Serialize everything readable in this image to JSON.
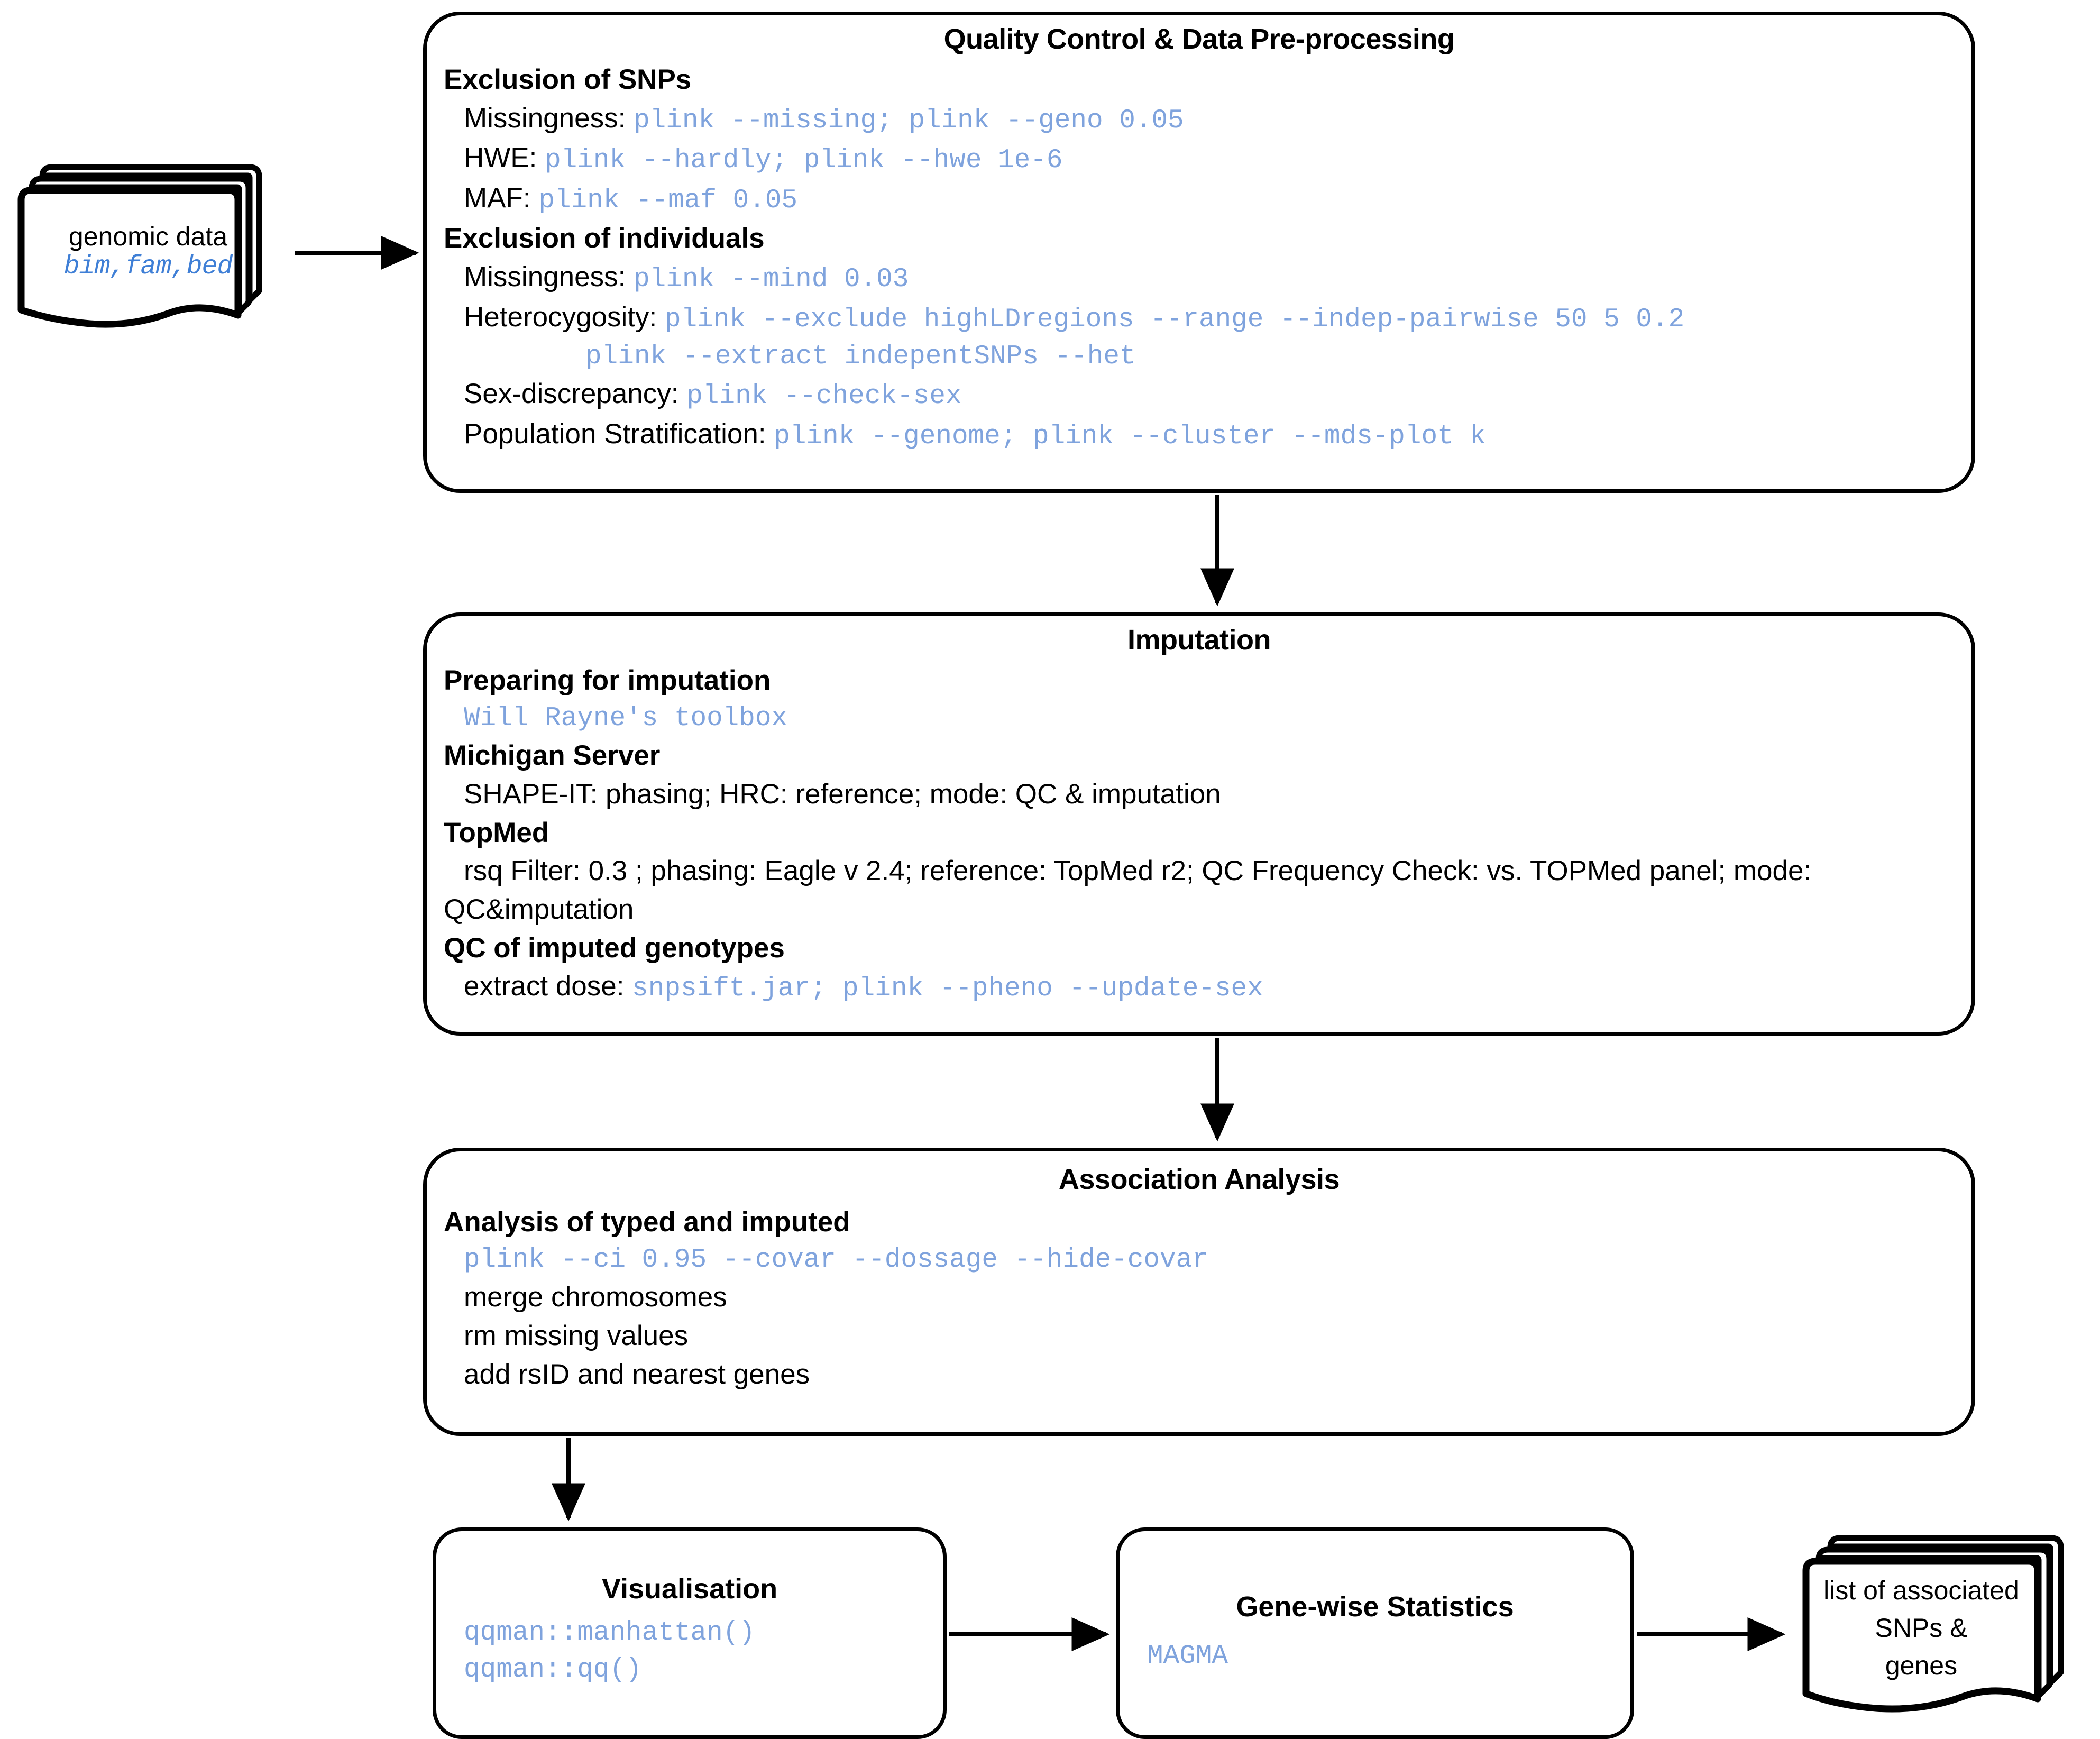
{
  "diagram": {
    "title": "GWAS analysis pipeline flowchart",
    "accent_code_color": "#7fa3dd",
    "stroke_color": "#000000"
  },
  "inputs": {
    "genomic_doc": {
      "line1": "genomic data",
      "line2": "bim,fam,bed"
    }
  },
  "outputs": {
    "result_doc": {
      "line1": "list of associated",
      "line2": "SNPs &",
      "line3": "genes"
    }
  },
  "qc": {
    "title": "Quality Control & Data Pre-processing",
    "section1_heading": "Exclusion of SNPs",
    "section1_items": [
      {
        "label": "Missingness:",
        "code": "plink --missing; plink --geno 0.05"
      },
      {
        "label": "HWE:",
        "code": "plink --hardly; plink --hwe 1e-6"
      },
      {
        "label": "MAF:",
        "code": "plink --maf 0.05"
      }
    ],
    "section2_heading": "Exclusion of individuals",
    "section2_items": [
      {
        "label": "Missingness:",
        "code": "plink --mind 0.03"
      },
      {
        "label": "Heterocygosity:",
        "code": "plink --exclude highLDregions --range --indep-pairwise 50 5 0.2"
      },
      {
        "label": "",
        "code": "plink --extract indepentSNPs --het"
      },
      {
        "label": "Sex-discrepancy:",
        "code": "plink --check-sex"
      },
      {
        "label": "Population Stratification:",
        "code": "plink --genome; plink --cluster --mds-plot k"
      }
    ]
  },
  "imputation": {
    "title": "Imputation",
    "prep_heading": "Preparing for imputation",
    "prep_code": "Will Rayne's toolbox",
    "michigan_heading": "Michigan Server",
    "michigan_text": "SHAPE-IT: phasing; HRC: reference; mode: QC & imputation",
    "topmed_heading": "TopMed",
    "topmed_text": "rsq Filter: 0.3 ; phasing: Eagle v 2.4; reference: TopMed r2; QC Frequency Check: vs. TOPMed panel; mode: QC&imputation",
    "qc_heading": "QC of imputed genotypes",
    "qc_label": "extract dose:",
    "qc_code": "snpsift.jar; plink --pheno --update-sex"
  },
  "association": {
    "title": "Association Analysis",
    "heading": "Analysis of typed and imputed",
    "code": "plink --ci 0.95 --covar --dossage --hide-covar",
    "steps": [
      "merge chromosomes",
      "rm missing values",
      "add rsID and nearest genes"
    ]
  },
  "visualisation": {
    "title": "Visualisation",
    "code_lines": [
      "qqman::manhattan()",
      "qqman::qq()"
    ]
  },
  "genewise": {
    "title": "Gene-wise Statistics",
    "code": "MAGMA"
  }
}
